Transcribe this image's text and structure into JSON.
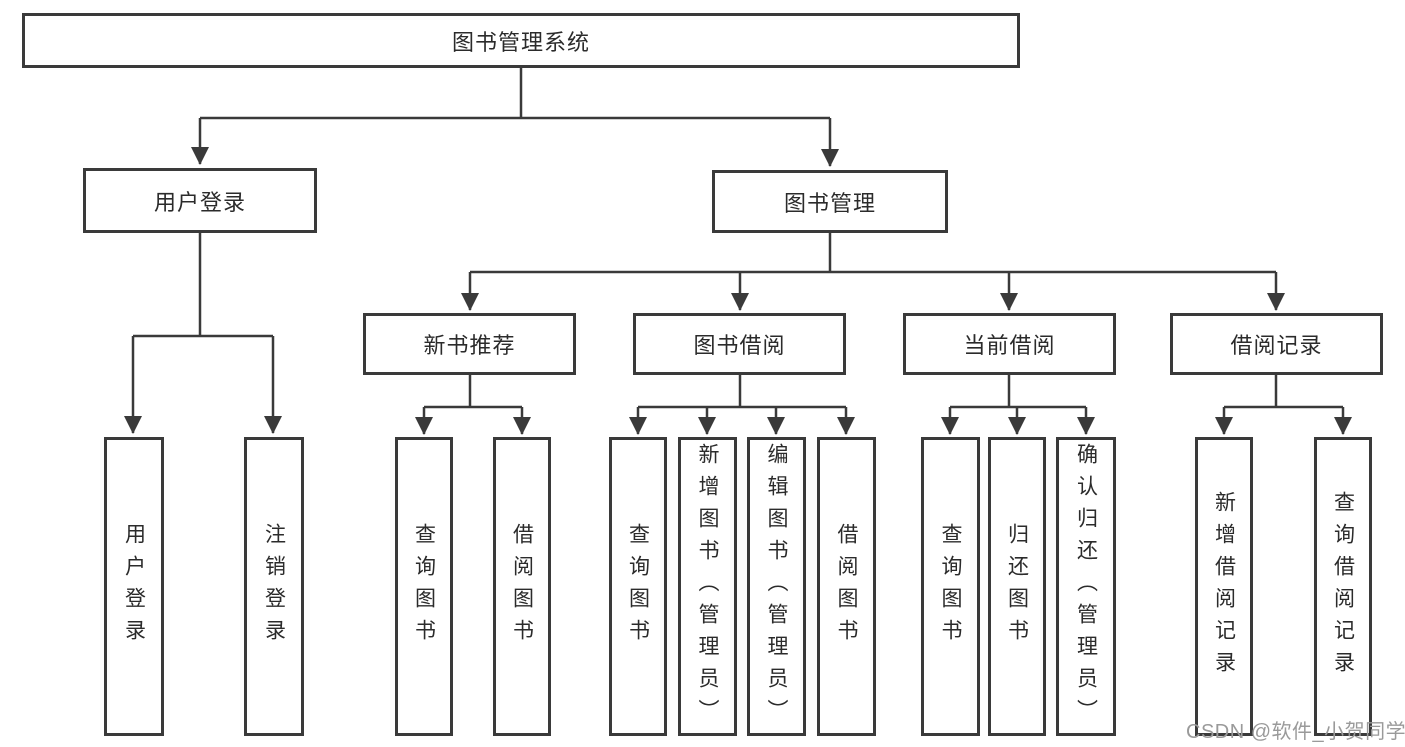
{
  "title": "图书管理系统",
  "level1": {
    "user_login": "用户登录",
    "book_management": "图书管理"
  },
  "level2": {
    "new_book_recommend": "新书推荐",
    "book_borrow": "图书借阅",
    "current_borrow": "当前借阅",
    "borrow_records": "借阅记录"
  },
  "leaves": {
    "user_login": "用户登录",
    "logout": "注销登录",
    "newbook_query": "查询图书",
    "newbook_borrow": "借阅图书",
    "borrow_query": "查询图书",
    "borrow_add": "新增图书（管理员）",
    "borrow_edit": "编辑图书（管理员）",
    "borrow_borrow": "借阅图书",
    "current_query": "查询图书",
    "current_return": "归还图书",
    "current_confirm": "确认归还（管理员）",
    "records_add": "新增借阅记录",
    "records_query": "查询借阅记录"
  },
  "watermark": "CSDN @软件_小贺同学",
  "colors": {
    "line": "#3a3a3a",
    "text": "#2b2b2b",
    "watermark": "#9a9a9a",
    "background": "#ffffff"
  }
}
